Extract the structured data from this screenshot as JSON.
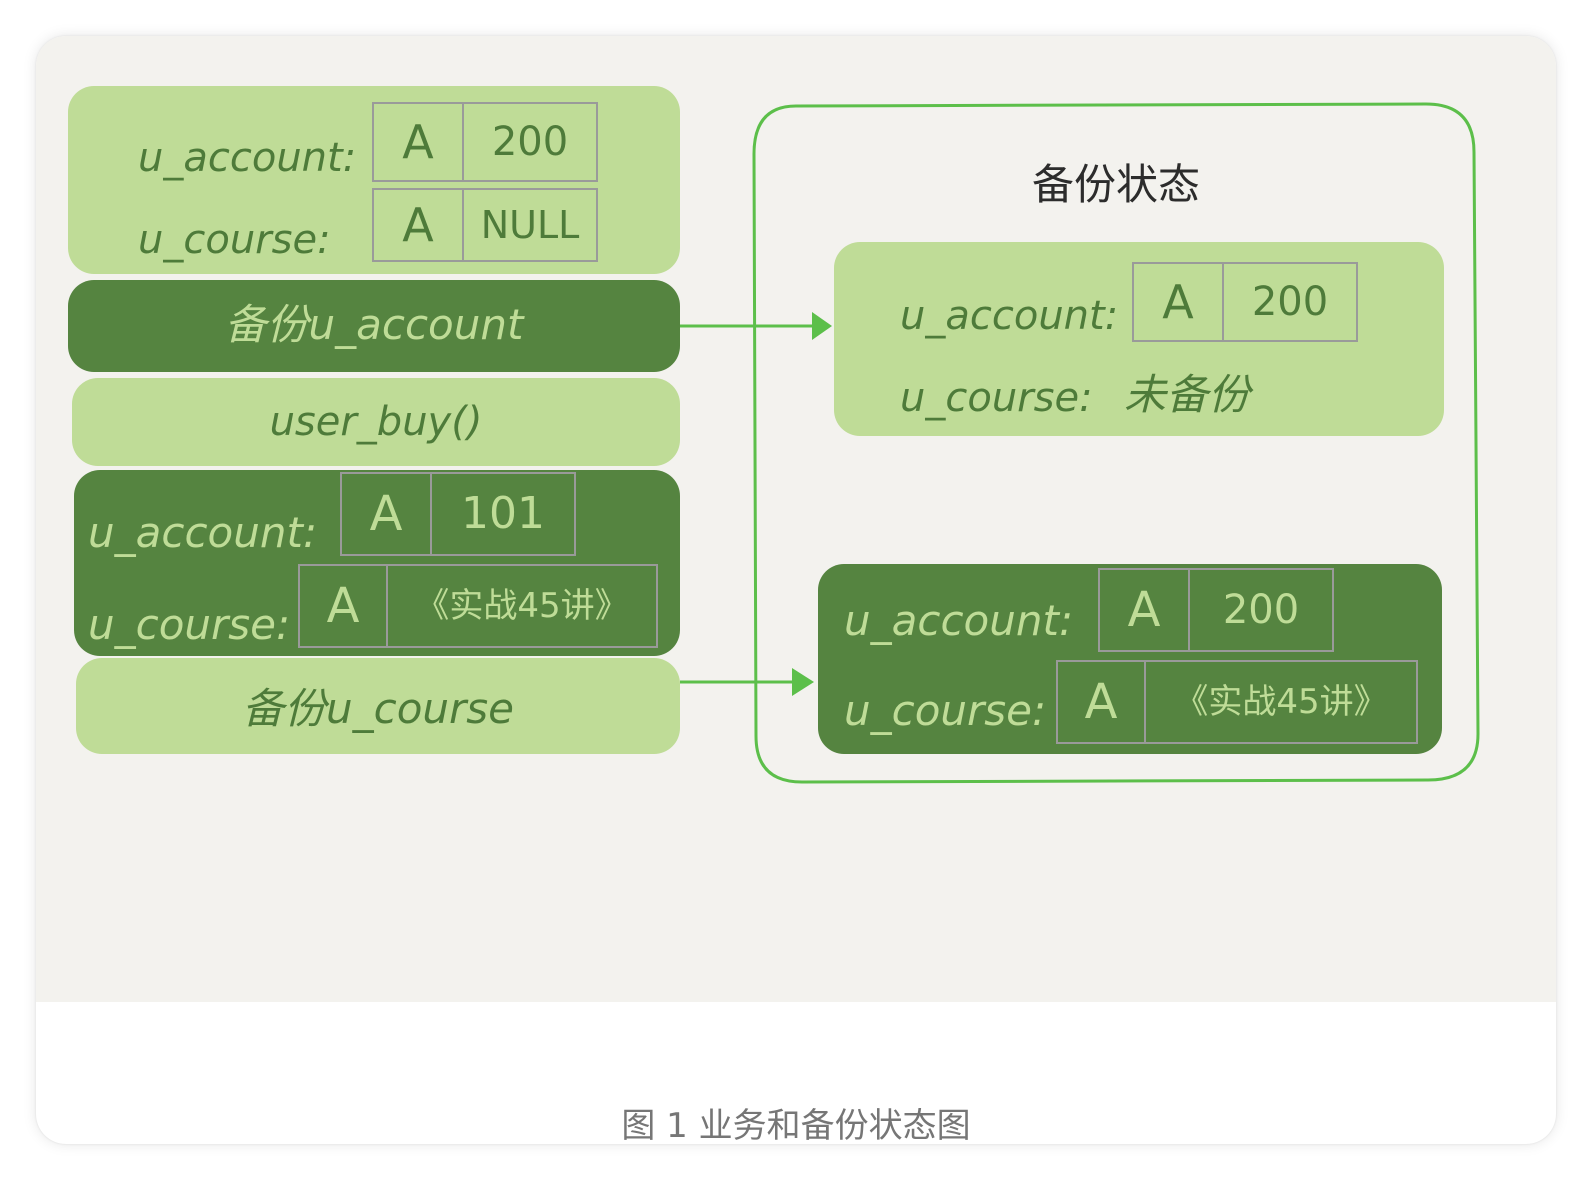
{
  "labels": {
    "u_account": "u_account:",
    "u_course": "u_course:",
    "cell_A": "A",
    "backup_account_step": "备份u_account",
    "user_buy_step": "user_buy()",
    "backup_course_step": "备份u_course"
  },
  "initial_state": {
    "account_value": "200",
    "course_value": "NULL"
  },
  "after_buy_state": {
    "account_value": "101",
    "course_value": "《实战45讲》"
  },
  "backup_panel": {
    "title": "备份状态",
    "first": {
      "account_value": "200",
      "course_text": "未备份"
    },
    "second": {
      "account_value": "200",
      "course_value": "《实战45讲》"
    }
  },
  "caption": "图 1 业务和备份状态图",
  "colors": {
    "light_green": "#bfdc97",
    "dark_green": "#558440",
    "outline_green": "#5cbf4a",
    "background": "#f3f2ee"
  }
}
